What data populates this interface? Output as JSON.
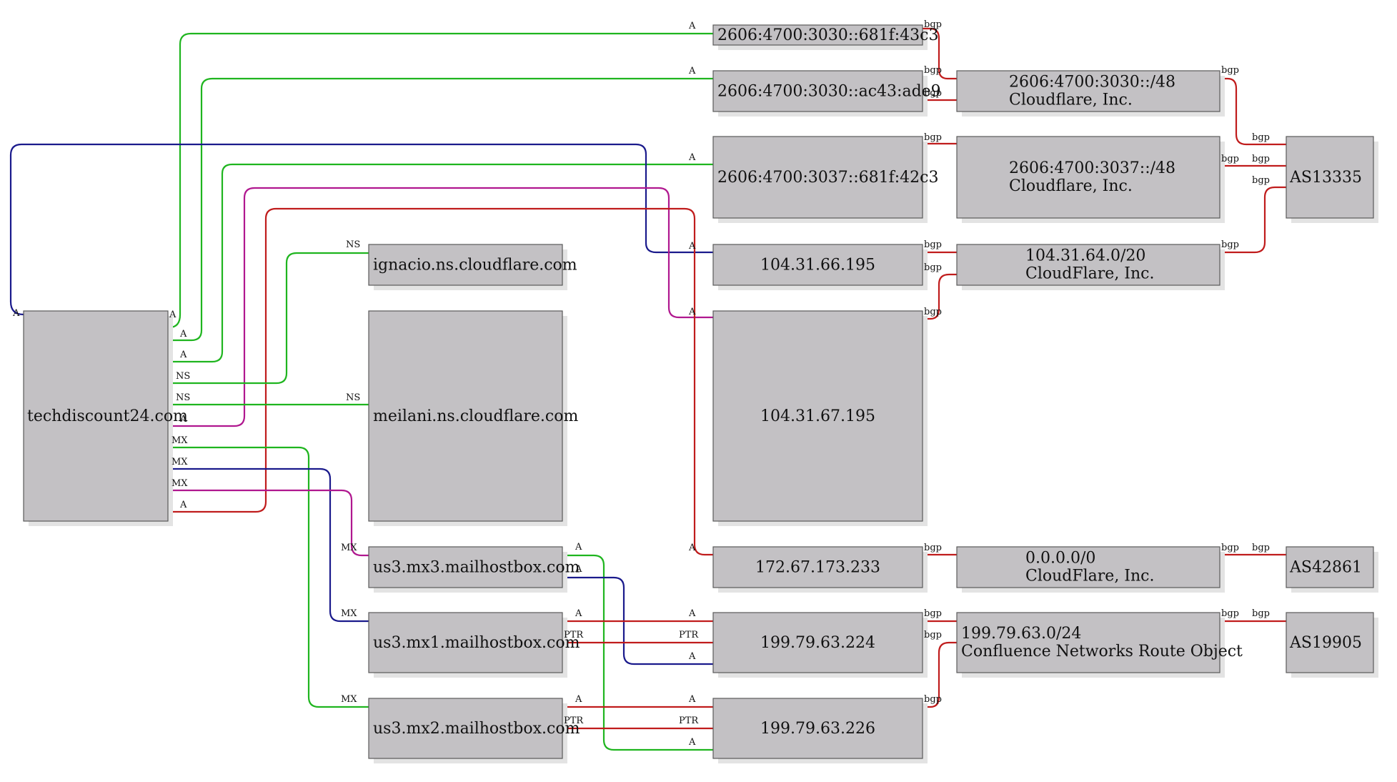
{
  "colors": {
    "green": "#1fb51f",
    "blue": "#1a1a8c",
    "magenta": "#b0178f",
    "red": "#c01c1c"
  },
  "nodes": {
    "domain": "techdiscount24.com",
    "ns_ignacio": "ignacio.ns.cloudflare.com",
    "ns_meilani": "meilani.ns.cloudflare.com",
    "mx3": "us3.mx3.mailhostbox.com",
    "mx1": "us3.mx1.mailhostbox.com",
    "mx2": "us3.mx2.mailhostbox.com",
    "ip6_a": "2606:4700:3030::681f:43c3",
    "ip6_b": "2606:4700:3030::ac43:ade9",
    "ip6_c": "2606:4700:3037::681f:42c3",
    "ip_66": "104.31.66.195",
    "ip_67": "104.31.67.195",
    "ip_172": "172.67.173.233",
    "ip_224": "199.79.63.224",
    "ip_226": "199.79.63.226",
    "pfx_3030": [
      "2606:4700:3030::/48",
      "Cloudflare, Inc."
    ],
    "pfx_3037": [
      "2606:4700:3037::/48",
      "Cloudflare, Inc."
    ],
    "pfx_104": [
      "104.31.64.0/20",
      "CloudFlare, Inc."
    ],
    "pfx_0": [
      "0.0.0.0/0",
      "CloudFlare, Inc."
    ],
    "pfx_199": [
      "199.79.63.0/24",
      "Confluence Networks Route Object"
    ],
    "as_13335": "AS13335",
    "as_42861": "AS42861",
    "as_19905": "AS19905"
  },
  "edge_labels": {
    "a": "A",
    "ns": "NS",
    "mx": "MX",
    "ptr": "PTR",
    "bgp": "bgp"
  }
}
